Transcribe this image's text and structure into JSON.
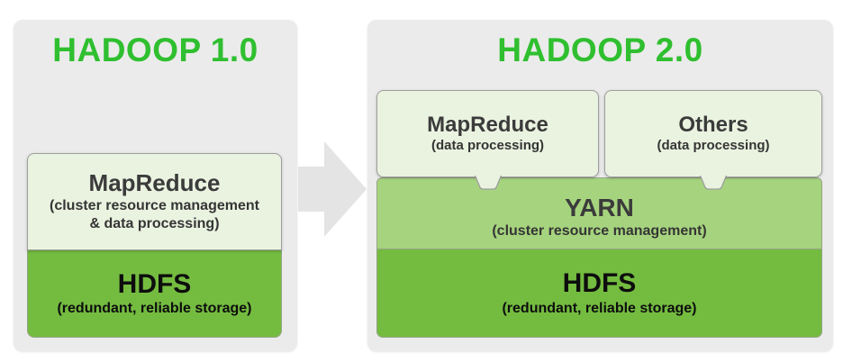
{
  "colors": {
    "title_green": "#2fbf2f",
    "panel_gray": "#ebebeb",
    "light_box_green": "#eaf3e0",
    "yarn_green": "#a6d47e",
    "hdfs_green": "#74bc40",
    "arrow_gray": "#e4e4e4"
  },
  "hadoop1": {
    "title": "HADOOP 1.0",
    "mapreduce": {
      "title": "MapReduce",
      "subtitle_line1": "(cluster resource management",
      "subtitle_line2": "& data processing)"
    },
    "hdfs": {
      "title": "HDFS",
      "subtitle": "(redundant, reliable storage)"
    }
  },
  "hadoop2": {
    "title": "HADOOP 2.0",
    "mapreduce": {
      "title": "MapReduce",
      "subtitle": "(data processing)"
    },
    "others": {
      "title": "Others",
      "subtitle": "(data processing)"
    },
    "yarn": {
      "title": "YARN",
      "subtitle": "(cluster resource management)"
    },
    "hdfs": {
      "title": "HDFS",
      "subtitle": "(redundant, reliable storage)"
    }
  }
}
